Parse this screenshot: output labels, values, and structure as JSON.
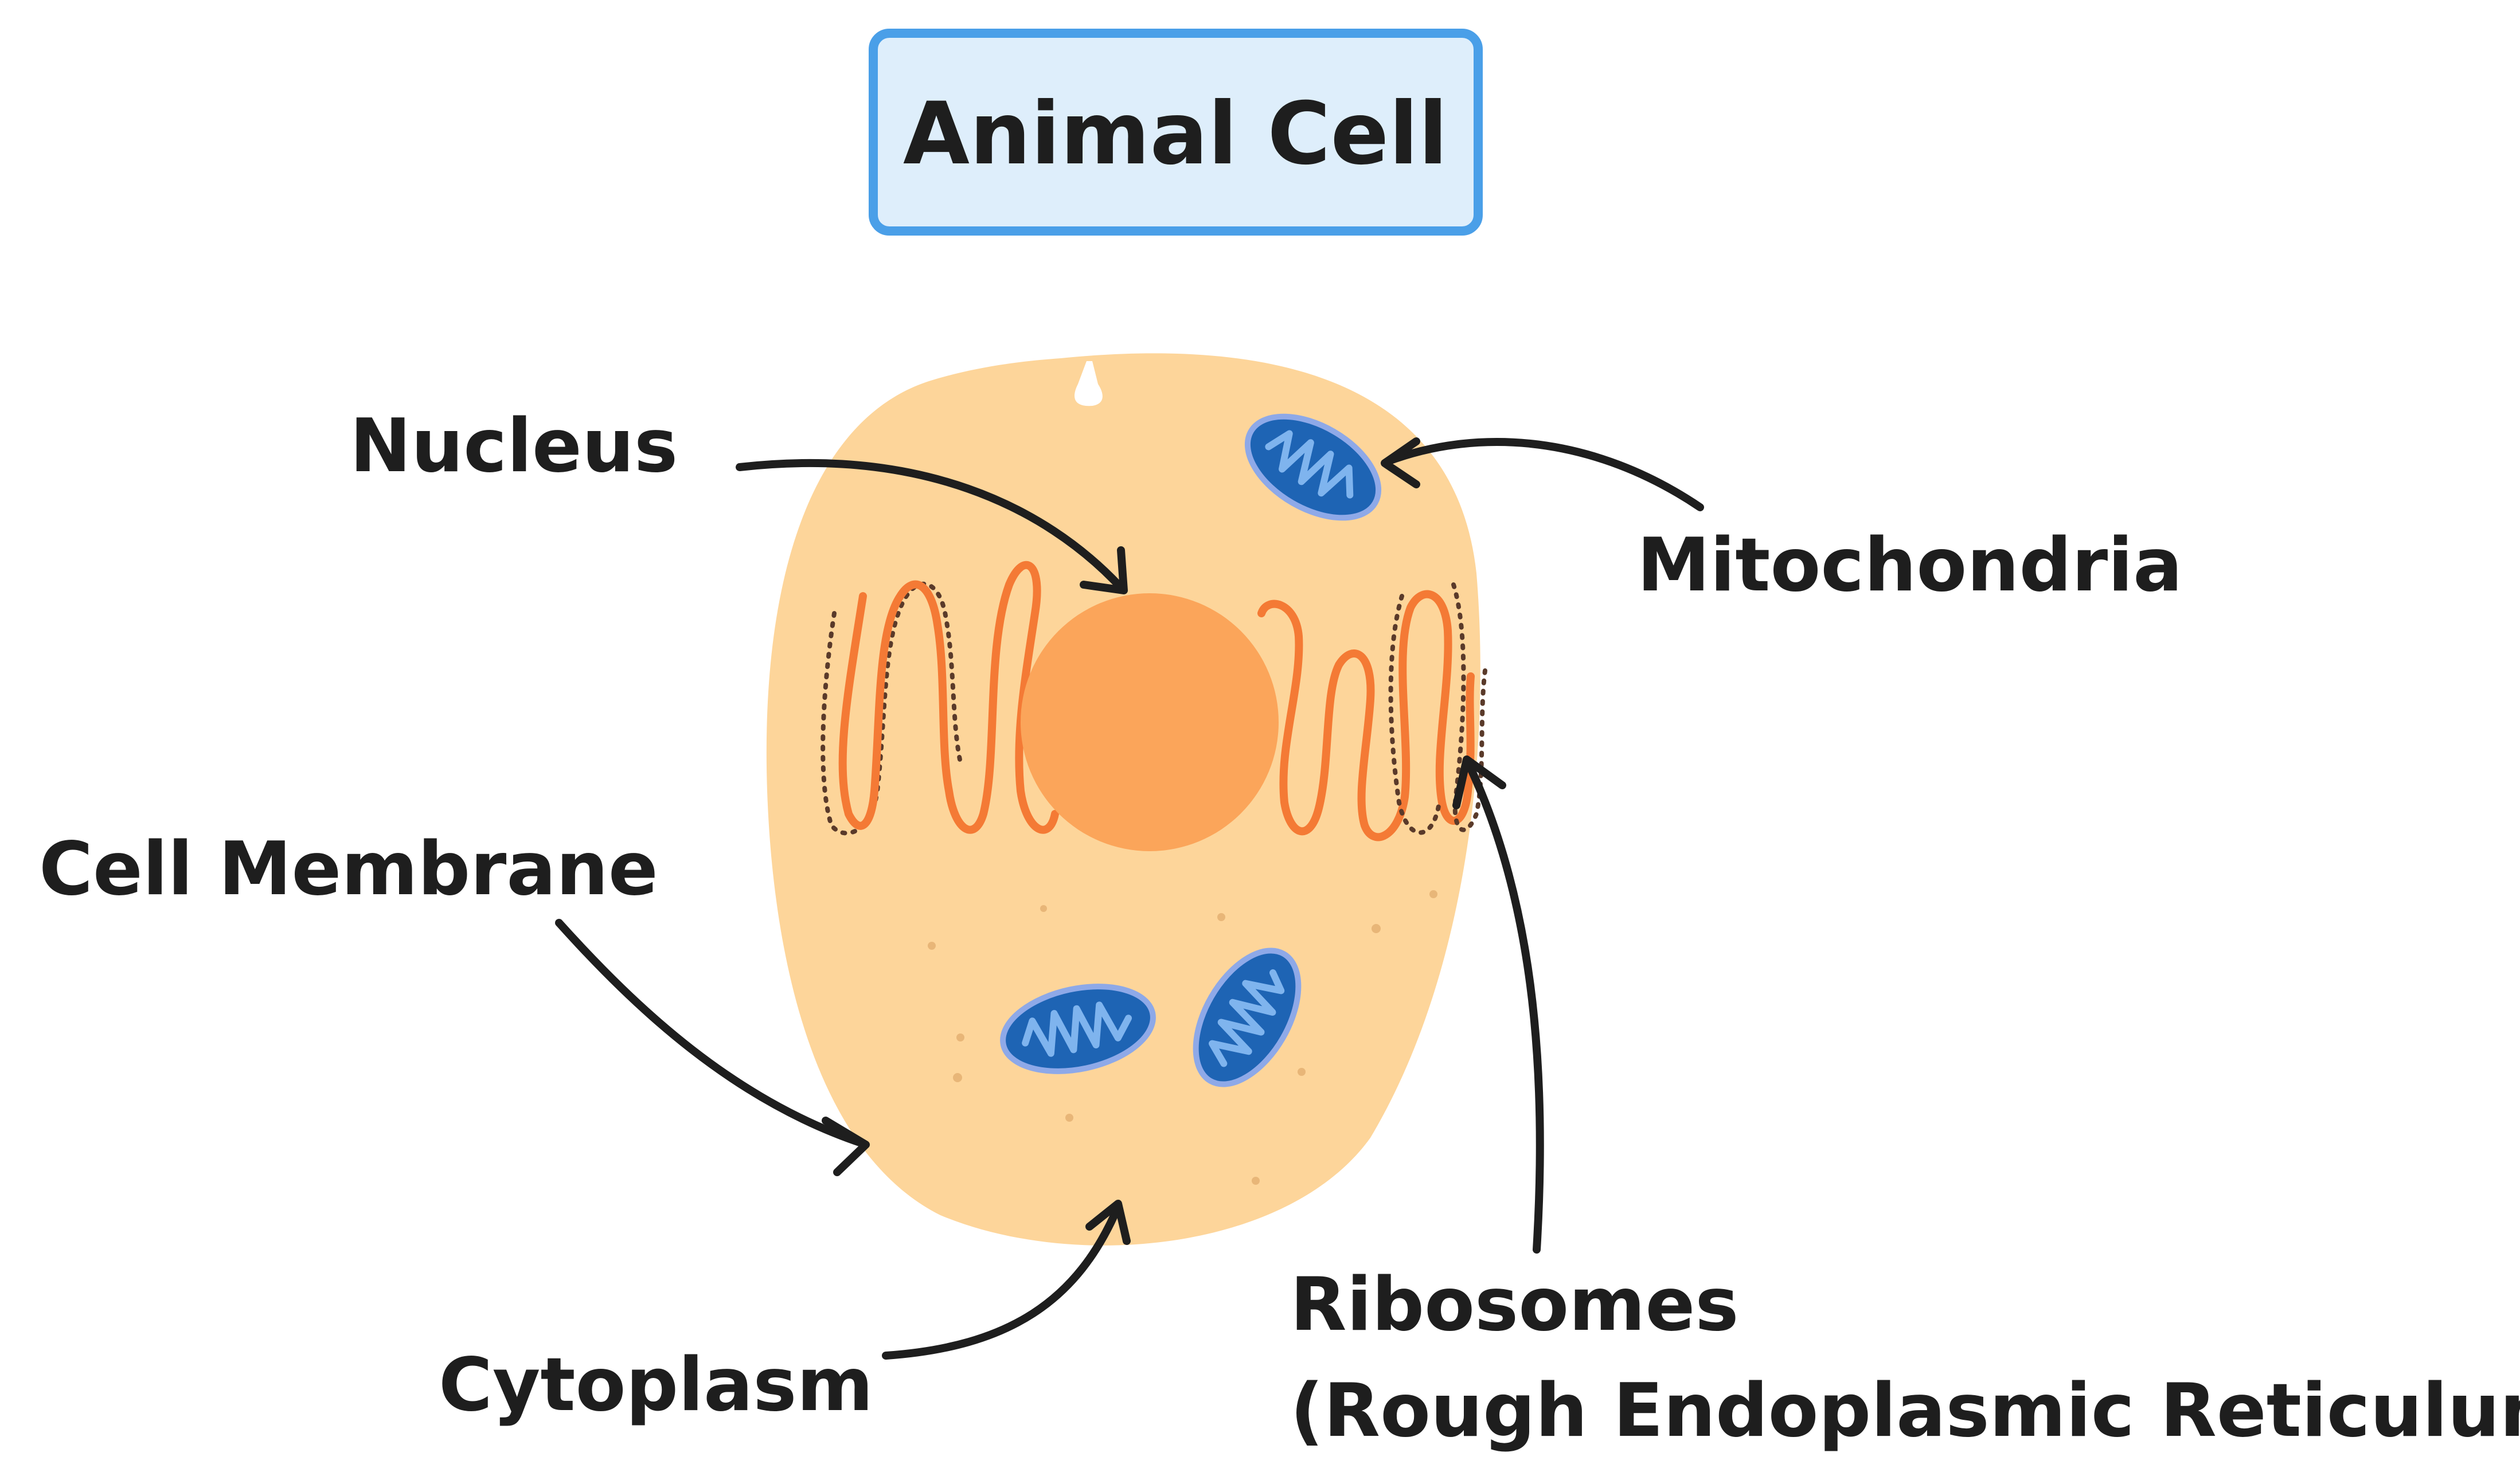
{
  "title": "Animal Cell",
  "labels": {
    "nucleus": "Nucleus",
    "mitochondria": "Mitochondria",
    "cell_membrane": "Cell Membrane",
    "cytoplasm": "Cytoplasm",
    "ribosomes_line1": "Ribosomes",
    "ribosomes_line2": "(Rough Endoplasmic Reticulum)"
  },
  "colors": {
    "cell_fill": "#fdd59a",
    "nucleus_fill": "#fba55a",
    "er_stroke": "#f47a35",
    "mitochondria_fill": "#1e64b4",
    "mitochondria_outline": "#8ea9e8",
    "cristae": "#7fb4ee",
    "title_box_fill": "#deeefb",
    "title_box_stroke": "#4a9fe8",
    "ink": "#1e1e1e"
  }
}
